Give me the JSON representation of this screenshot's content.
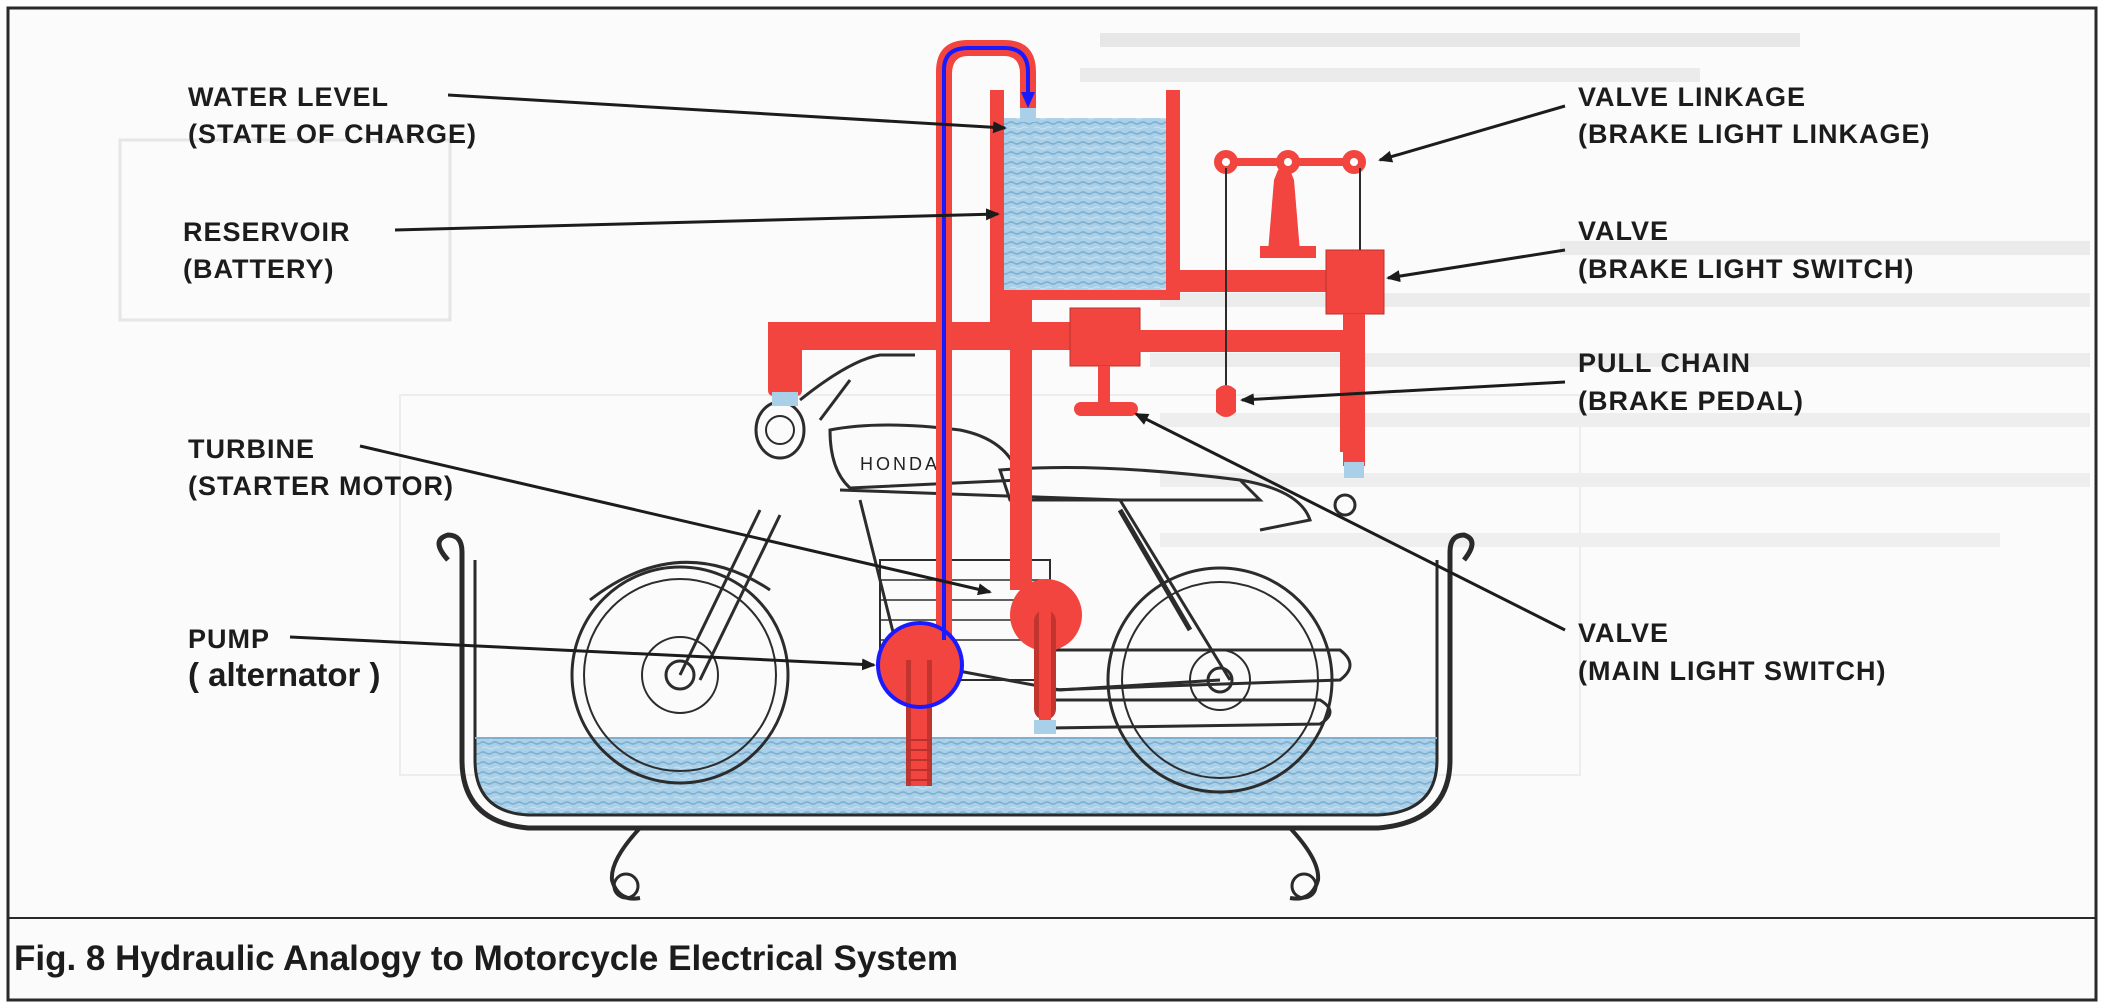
{
  "colors": {
    "pipe_red": "#f2453f",
    "pipe_red_dark": "#b8322e",
    "water_blue": "#a9d0e8",
    "water_texture": "#7fb0d0",
    "flow_arrow_blue": "#1a1aff",
    "label_text": "#1c1c1c",
    "frame": "#2a2a2a"
  },
  "labels": {
    "water_level": {
      "name": "WATER LEVEL",
      "analog": "(STATE OF CHARGE)"
    },
    "reservoir": {
      "name": "RESERVOIR",
      "analog": "(BATTERY)"
    },
    "turbine": {
      "name": "TURBINE",
      "analog": "(STARTER MOTOR)"
    },
    "pump": {
      "name": "PUMP",
      "analog": "( alternator )"
    },
    "valve_linkage": {
      "name": "VALVE LINKAGE",
      "analog": "(BRAKE LIGHT LINKAGE)"
    },
    "brake_valve": {
      "name": "VALVE",
      "analog": "(BRAKE LIGHT SWITCH)"
    },
    "pull_chain": {
      "name": "PULL CHAIN",
      "analog": "(BRAKE PEDAL)"
    },
    "main_valve": {
      "name": "VALVE",
      "analog": "(MAIN LIGHT SWITCH)"
    }
  },
  "motorcycle": {
    "tank_badge": "HONDA"
  },
  "caption": "Fig. 8  Hydraulic Analogy to Motorcycle Electrical System"
}
